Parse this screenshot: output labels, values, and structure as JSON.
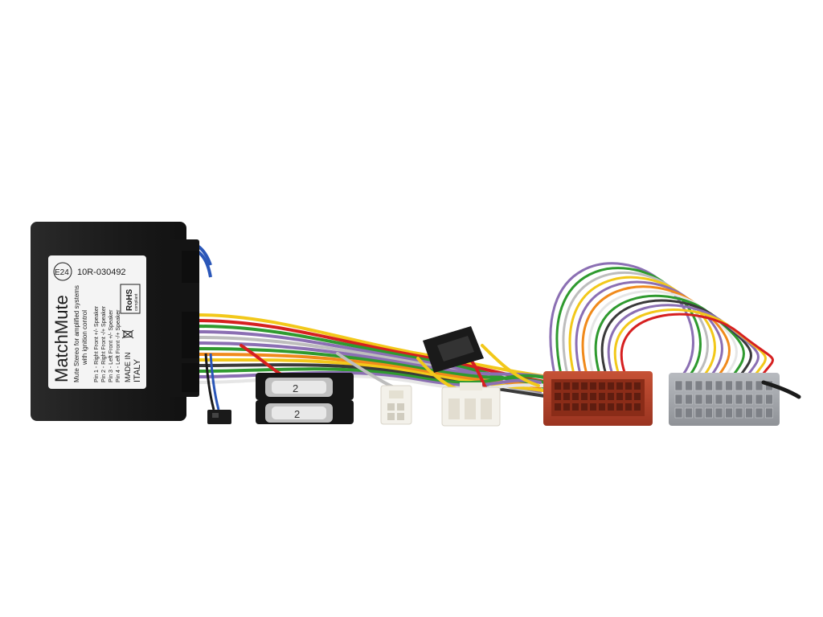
{
  "module": {
    "brand": "MatchMute",
    "code_prefix": "E24",
    "approval": "10R-030492",
    "tagline_1": "Mute Stereo for amplified systems",
    "tagline_2": "with ignition control",
    "pin_1": "Pin 1 - Right Front +/- Speaker",
    "pin_2": "Pin 2 - Right Front -/+ Speaker",
    "pin_3": "Pin 3 - Left Front +/- Speaker",
    "pin_4": "Pin 4 - Left Front -/+ Speaker",
    "made_in": "MADE IN",
    "country": "ITALY",
    "rohs": "RoHS",
    "rohs_sub": "compliant"
  },
  "fuses": {
    "top": "2",
    "bottom": "2"
  },
  "colors": {
    "module_body": "#1e1e1e",
    "label_bg": "#f4f4f4",
    "red_connector": "#b2412a",
    "grey_connector": "#a3a6ab",
    "white_connector": "#f3f1ea"
  },
  "wire_colors": [
    "#f2c81a",
    "#d62020",
    "#2f9a2f",
    "#8b6fb3",
    "#bdbdbd",
    "#8b6fb3",
    "#2f9a2f",
    "#f08a1c",
    "#f2c81a",
    "#3a3a3a",
    "#2f9a2f",
    "#8b6fb3",
    "#e6e6e6"
  ]
}
